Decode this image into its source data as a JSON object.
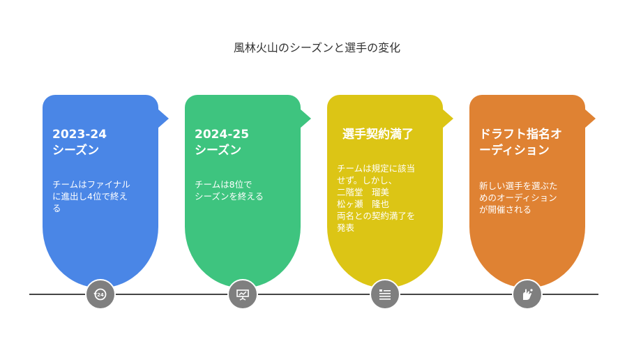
{
  "title": "風林火山のシーズンと選手の変化",
  "colors": {
    "card1": "#4a86e6",
    "card2": "#3ec47f",
    "card3": "#dcc515",
    "card4": "#df8233",
    "marker": "#7f7f7f",
    "timeline": "#444444"
  },
  "cards": [
    {
      "heading": "2023-24\nシーズン",
      "body": "チームはファイナル\nに進出し4位で終え\nる",
      "icon": "calendar-24-icon"
    },
    {
      "heading": "2024-25\nシーズン",
      "body": "チームは8位で\nシーズンを終える",
      "icon": "podium-chart-icon"
    },
    {
      "heading": "選手契約満了",
      "body": "チームは規定に該当\nせず。しかし、\n二階堂　瑠美\n松ヶ瀬　隆也\n両名との契約満了を\n発表",
      "icon": "document-list-icon"
    },
    {
      "heading": "ドラフト指名オ\nーディション",
      "body": "新しい選手を選ぶた\nめのオーディション\nが開催される",
      "icon": "hand-selection-icon"
    }
  ]
}
